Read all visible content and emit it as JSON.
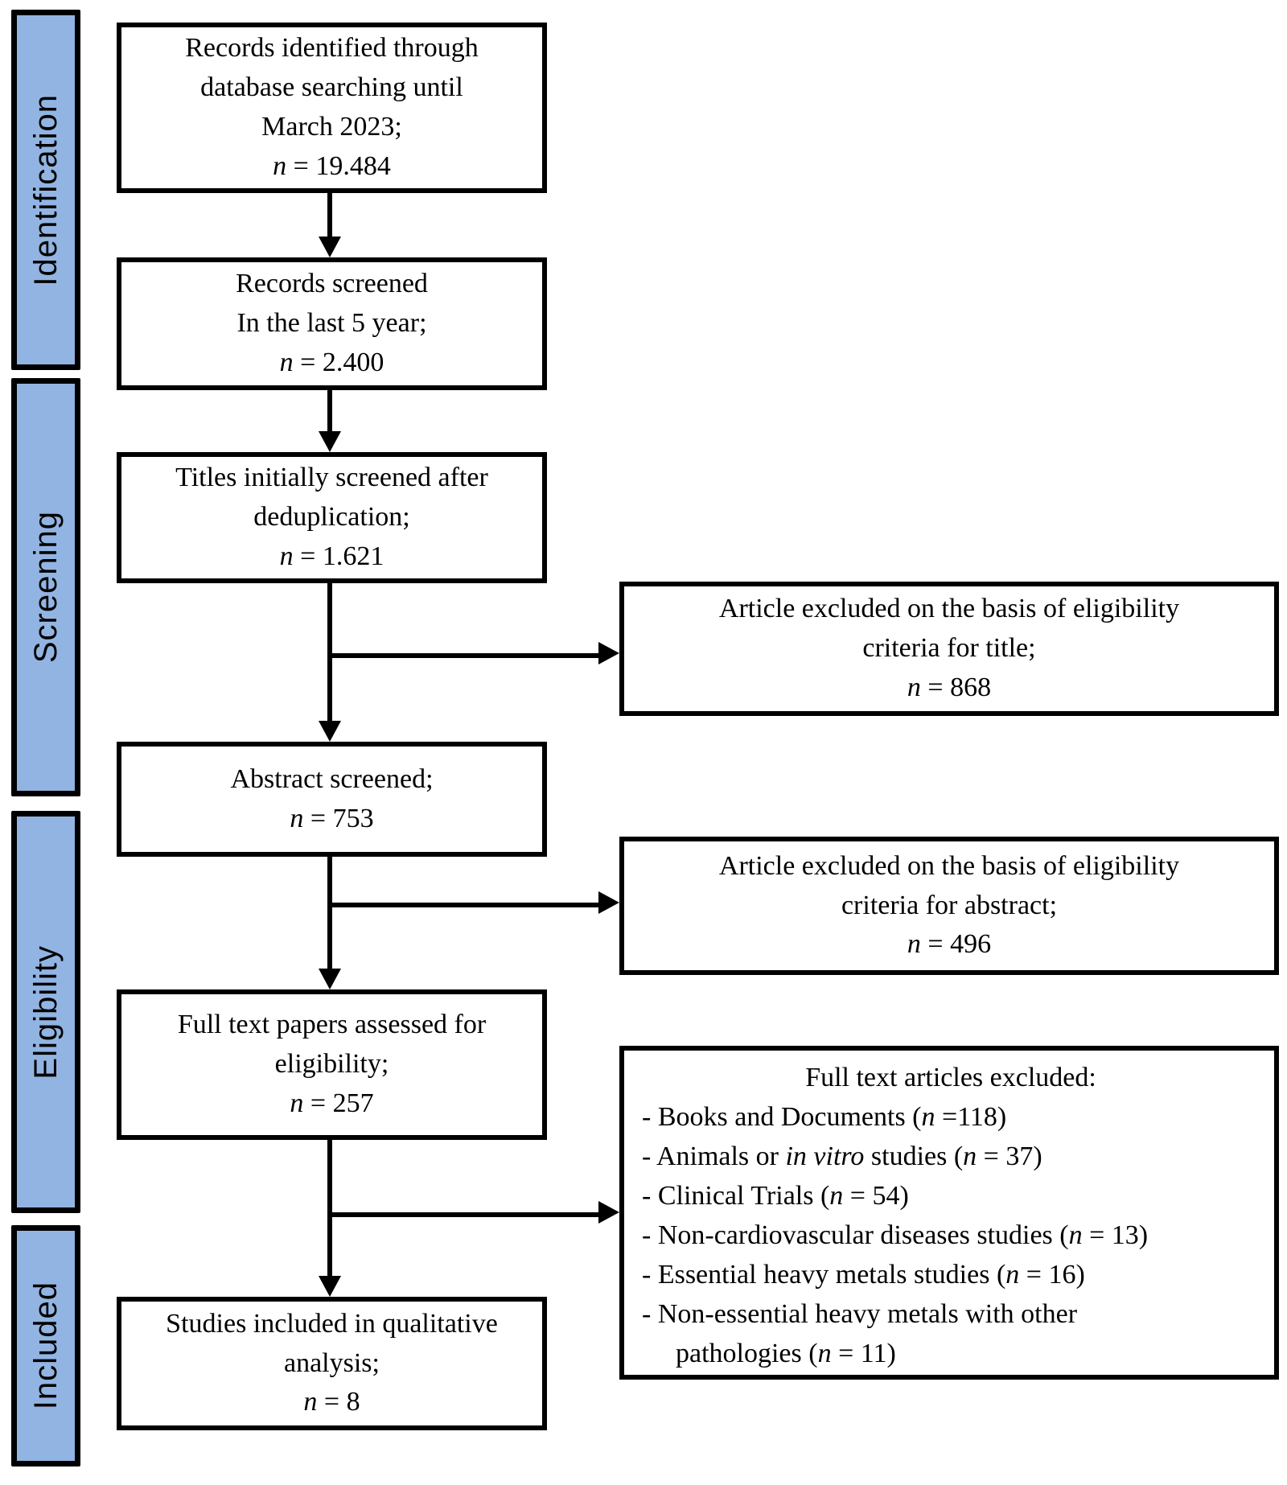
{
  "diagram": {
    "colors": {
      "stage_fill": "#92B4E2",
      "border": "#000000",
      "background": "#FFFFFF"
    },
    "stages": [
      {
        "label": "Identification"
      },
      {
        "label": "Screening"
      },
      {
        "label": "Eligibility"
      },
      {
        "label": "Included"
      }
    ],
    "boxes": {
      "records_identified": {
        "text": "Records identified through\ndatabase searching until\nMarch 2023;",
        "n_italic": "n",
        "n_text": " = 19.484"
      },
      "records_screened": {
        "text": "Records screened\nIn the last 5 year;",
        "n_italic": "n",
        "n_text": " = 2.400"
      },
      "titles_screened": {
        "text": "Titles initially screened after\ndeduplication;",
        "n_italic": "n",
        "n_text": " = 1.621"
      },
      "abstract_screened": {
        "text": "Abstract screened;",
        "n_italic": "n",
        "n_text": " = 753"
      },
      "full_text_assessed": {
        "text": "Full text papers assessed for\neligibility;",
        "n_italic": "n",
        "n_text": " = 257"
      },
      "studies_included": {
        "text": "Studies included in qualitative\nanalysis;",
        "n_italic": "n",
        "n_text": " = 8"
      },
      "excluded_title": {
        "text": "Article excluded on the basis of eligibility\ncriteria for title;",
        "n_italic": "n",
        "n_text": " = 868"
      },
      "excluded_abstract": {
        "text": "Article excluded on the basis of eligibility\ncriteria for abstract;",
        "n_italic": "n",
        "n_text": " = 496"
      },
      "full_text_excluded": {
        "title": "Full text articles excluded:",
        "items": [
          {
            "segments": [
              {
                "t": "- Books and Documents ("
              },
              {
                "t": "n",
                "i": true
              },
              {
                "t": " =118)"
              }
            ]
          },
          {
            "segments": [
              {
                "t": "- Animals or "
              },
              {
                "t": "in vitro",
                "i": true
              },
              {
                "t": " studies ("
              },
              {
                "t": "n",
                "i": true
              },
              {
                "t": " = 37)"
              }
            ]
          },
          {
            "segments": [
              {
                "t": "- Clinical Trials ("
              },
              {
                "t": "n",
                "i": true
              },
              {
                "t": " = 54)"
              }
            ]
          },
          {
            "segments": [
              {
                "t": "- Non-cardiovascular diseases studies ("
              },
              {
                "t": "n",
                "i": true
              },
              {
                "t": " = 13)"
              }
            ]
          },
          {
            "segments": [
              {
                "t": "- Essential heavy metals studies ("
              },
              {
                "t": "n",
                "i": true
              },
              {
                "t": " = 16)"
              }
            ]
          },
          {
            "segments": [
              {
                "t": "- Non-essential heavy metals with other"
              }
            ]
          },
          {
            "indent": true,
            "segments": [
              {
                "t": "pathologies ("
              },
              {
                "t": "n",
                "i": true
              },
              {
                "t": " = 11)"
              }
            ]
          }
        ]
      }
    }
  }
}
